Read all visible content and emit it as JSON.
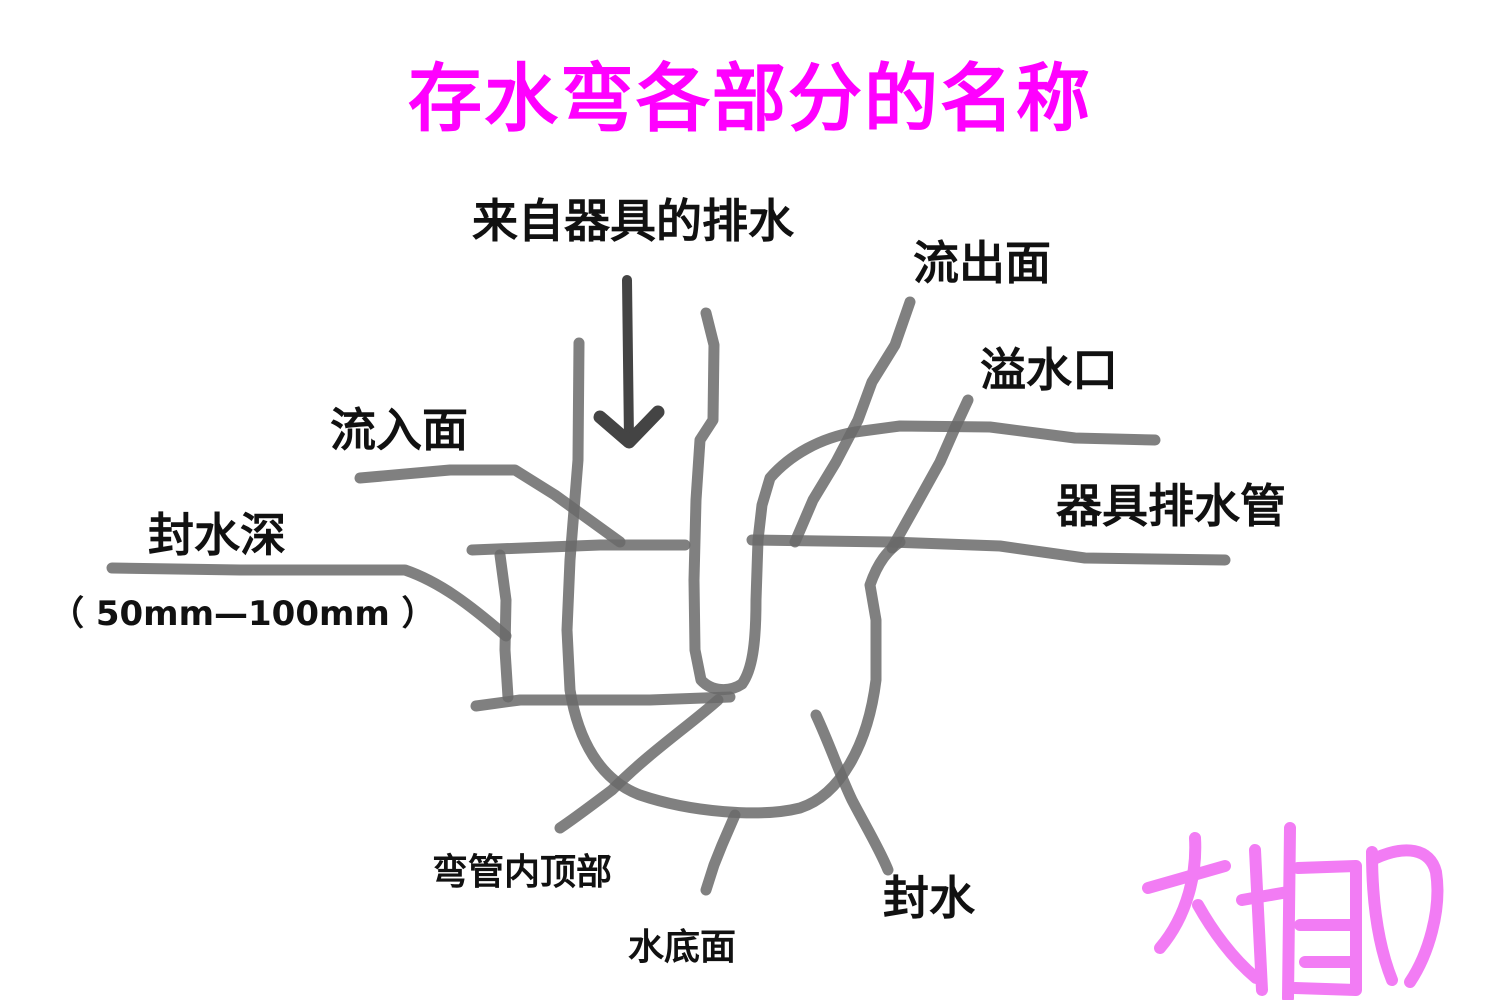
{
  "title": "存水弯各部分的名称",
  "colors": {
    "title": "#ff00ff",
    "pipe_stroke": "#6a6a6a",
    "arrow": "#444444",
    "signature": "#f27cf4",
    "text": "#111111"
  },
  "labels": {
    "inflow_source": "来自器具的排水",
    "outflow_surface": "流出面",
    "overflow_port": "溢水口",
    "inflow_surface": "流入面",
    "fixture_drain_pipe": "器具排水管",
    "seal_depth": "封水深",
    "seal_depth_range": "（ 50mm—100mm ）",
    "bend_inner_top": "弯管内顶部",
    "water_seal": "封水",
    "water_bottom_surface": "水底面"
  },
  "signature": {
    "kind": "handwritten-signature"
  },
  "icons": {
    "flow_arrow": "down-arrow-icon"
  }
}
